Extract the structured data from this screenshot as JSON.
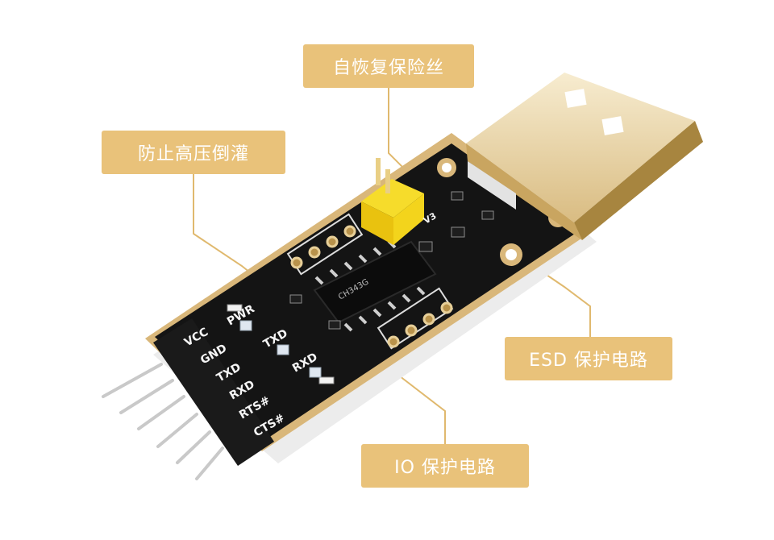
{
  "callouts": {
    "fuse": "自恢复保险丝",
    "backflow": "防止高压倒灌",
    "esd": "ESD 保护电路",
    "io": "IO 保护电路"
  },
  "board": {
    "chip_marking": "CH343G",
    "voltage_mark": "V3",
    "pin_labels": [
      "VCC",
      "GND",
      "TXD",
      "RXD",
      "RTS#",
      "CTS#"
    ],
    "led_labels": [
      "PWR",
      "TXD",
      "RXD"
    ]
  },
  "colors": {
    "callout_bg": "#e9c27a",
    "callout_line": "#e0b96e",
    "pcb": "#121212",
    "pcb_edge": "#d9b77a",
    "usb_gold": "#d8b879",
    "jumper": "#f4d21a"
  }
}
